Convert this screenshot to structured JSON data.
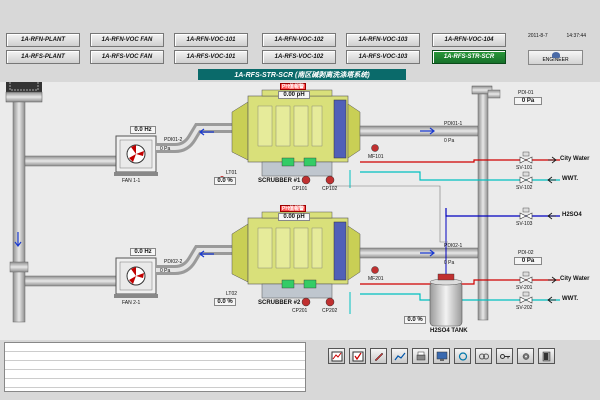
{
  "nav": {
    "row1": [
      "1A-RFN-PLANT",
      "1A-RFN-VOC FAN",
      "1A-RFN-VOC-101",
      "1A-RFN-VOC-102",
      "1A-RFN-VOC-103",
      "1A-RFN-VOC-104"
    ],
    "row2": [
      "1A-RFS-PLANT",
      "1A-RFS-VOC FAN",
      "1A-RFS-VOC-101",
      "1A-RFS-VOC-102",
      "1A-RFS-VOC-103",
      "1A-RFS-STR-SCR"
    ],
    "active": "1A-RFS-STR-SCR"
  },
  "status": {
    "date": "2011-8-7",
    "time": "14:37:44",
    "user_button": "ENGINEER"
  },
  "title": "1A-RFS-STR-SCR (南区碱剥离洗涤塔系统)",
  "fan1": {
    "name": "FAN 1-1",
    "speed": "0.0 Hz"
  },
  "fan2": {
    "name": "FAN 2-1",
    "speed": "0.0 Hz"
  },
  "scrubber1": {
    "name": "SCRUBBER #1",
    "alarm": "PH值報警",
    "ph": "0.00 pH",
    "level": "0.0 %",
    "pd_in": "PDI01-2",
    "pd_out": "PDI01-1",
    "level_tag": "LT01",
    "pumps": [
      "CP101",
      "CP102"
    ],
    "meter": "MF101",
    "pd_in_value": "0 Pa",
    "pd_out_value": "0 Pa"
  },
  "scrubber2": {
    "name": "SCRUBBER #2",
    "alarm": "PH值報警",
    "ph": "0.00 pH",
    "level": "0.0 %",
    "pd_in": "PDI02-2",
    "pd_out": "PDI02-1",
    "level_tag": "LT02",
    "pumps": [
      "CP201",
      "CP202"
    ],
    "meter": "MF201",
    "pd_in_value": "0 Pa",
    "pd_out_value": "0 Pa"
  },
  "stack": {
    "pd1": "PDI-01",
    "pd1_value": "0 Pa",
    "pd2": "PDI-02",
    "pd2_value": "0 Pa"
  },
  "valves": [
    {
      "name": "SV-101",
      "line": "City Water"
    },
    {
      "name": "SV-102",
      "line": "WWT."
    },
    {
      "name": "SV-103",
      "line": "H2SO4"
    },
    {
      "name": "SV-201",
      "line": "City Water"
    },
    {
      "name": "SV-202",
      "line": "WWT."
    }
  ],
  "tank": {
    "name": "H2SO4 TANK",
    "level": "0.0 %"
  },
  "colors": {
    "pipe": "#b8b8b8",
    "scrubber": "#d9e07a",
    "water_line": "#d00000",
    "wwt_line": "#00c0c0",
    "acid_line": "#0000c0",
    "active_nav": "#1e8a30",
    "title_bg": "#0a6a6a"
  },
  "toolbar": [
    "chart-icon",
    "check-icon",
    "pen-icon",
    "trend-icon",
    "print-icon",
    "screen-icon",
    "refresh-icon",
    "link-icon",
    "key-icon",
    "gear-icon",
    "exit-icon"
  ]
}
